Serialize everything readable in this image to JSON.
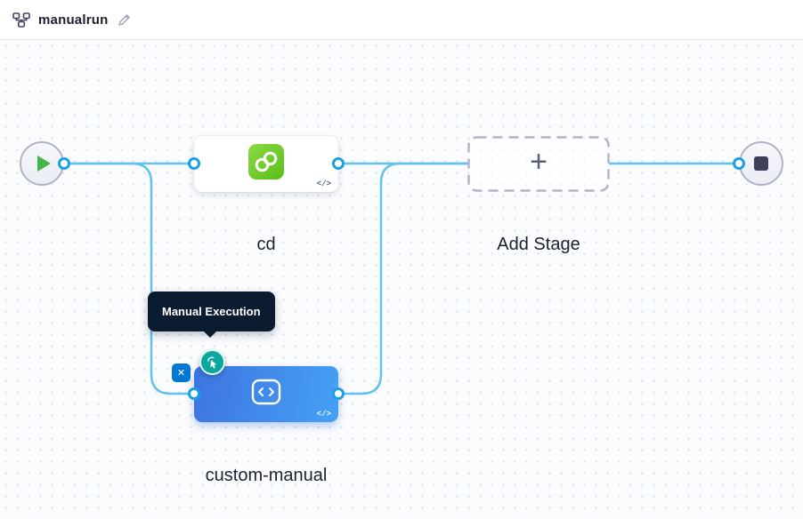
{
  "header": {
    "title": "manualrun"
  },
  "pipeline": {
    "stages": [
      {
        "id": "cd",
        "label": "cd",
        "type": "deployment"
      },
      {
        "id": "custom-manual",
        "label": "custom-manual",
        "type": "custom"
      }
    ],
    "add_stage_label": "Add Stage",
    "plus_glyph": "+",
    "code_glyph": "</>",
    "close_glyph": "✕"
  },
  "tooltip": {
    "text": "Manual Execution"
  },
  "icons": {
    "header_left": "pipeline-graph",
    "header_edit": "pencil",
    "start_node": "play-triangle",
    "end_node": "stop-square",
    "cd_stage": "cd-green-loop",
    "custom_stage": "code-script",
    "manual_badge": "click-cursor",
    "delete_badge": "x-close"
  },
  "colors": {
    "connector": "#62c2ee",
    "port": "#1d9fe4",
    "canvas_bg": "#fbfcfe",
    "canvas_dot": "#dbe2f0",
    "stage_label": "#1e2130",
    "custom_node_from": "#3d74e0",
    "custom_node_to": "#45a1f5",
    "tooltip_bg": "#0b1c30",
    "delete_btn": "#0278d5",
    "manual_badge": "#0aa79e",
    "play_green": "#43b549",
    "stop_gray": "#3e3f58",
    "header_border": "#e4e6ee"
  }
}
